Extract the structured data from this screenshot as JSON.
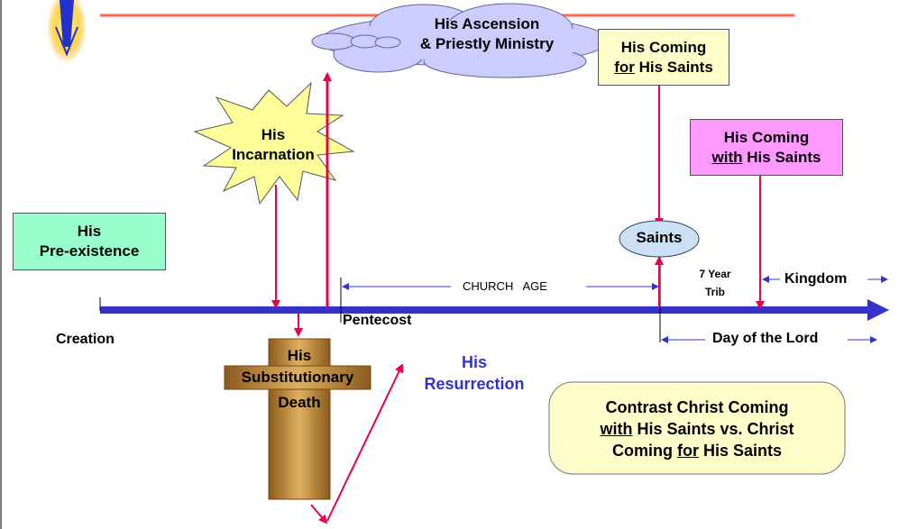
{
  "colors": {
    "timeline": "#3333cc",
    "arrow_red": "#e8004a",
    "top_line": "#ff6655",
    "preexistence_fill": "#99ffcc",
    "coming_for_fill": "#ffffcc",
    "coming_with_fill": "#ff99ff",
    "cloud_fill": "#ccccff",
    "saints_fill": "#cce0f5",
    "burst_fill": "#ffff99",
    "cross_fill": "#cc9944",
    "contrast_fill": "#ffffcc",
    "resurrection_text": "#3333cc"
  },
  "icons": {
    "pre_existence": "star-light-icon"
  },
  "labels": {
    "ascension_line1": "His Ascension",
    "ascension_line2": "& Priestly Ministry",
    "coming_for_line1": "His Coming",
    "coming_for_underlined": "for",
    "coming_for_rest": "His Saints",
    "incarnation_line1": "His",
    "incarnation_line2": "Incarnation",
    "coming_with_line1": "His Coming",
    "coming_with_underlined": "with",
    "coming_with_rest": "His Saints",
    "preexistence_line1": "His",
    "preexistence_line2": "Pre-existence",
    "saints": "Saints",
    "seven_year_line1": "7 Year",
    "seven_year_line2": "Trib",
    "kingdom": "Kingdom",
    "church_age": "CHURCH   AGE",
    "creation": "Creation",
    "pentecost": "Pentecost",
    "day_of_lord": "Day of the Lord",
    "cross_his": "His",
    "cross_substitutionary": "Substitutionary",
    "cross_death": "Death",
    "resurrection_line1": "His",
    "resurrection_line2": "Resurrection",
    "contrast_line1": "Contrast Christ Coming",
    "contrast_with": "with",
    "contrast_line2_rest": "His Saints vs. Christ",
    "contrast_line3_start": "Coming",
    "contrast_for": "for",
    "contrast_line3_rest": "His Saints"
  }
}
